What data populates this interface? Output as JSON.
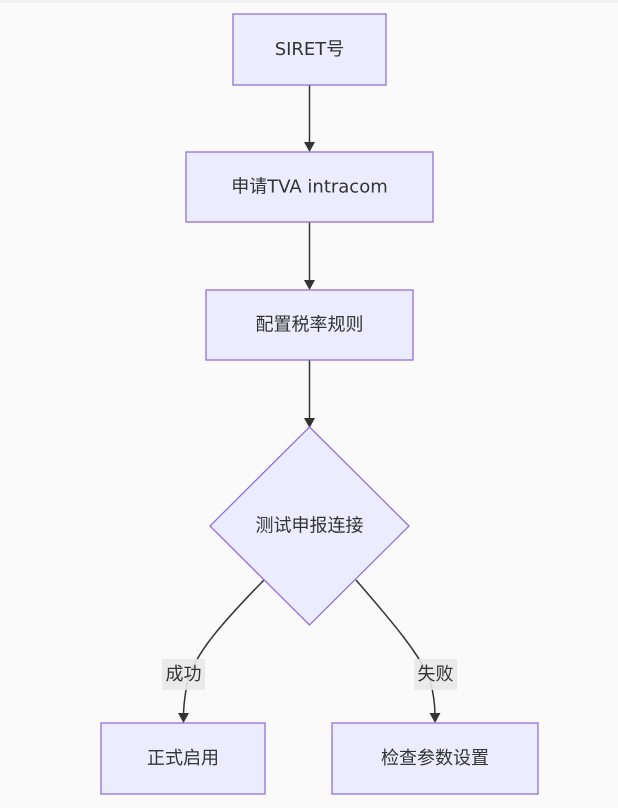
{
  "diagram": {
    "type": "flowchart",
    "direction": "top-down",
    "colors": {
      "background": "#fafafa",
      "node_fill": "#ececff",
      "node_stroke": "#9370db",
      "edge": "#333333",
      "text": "#333333",
      "label_bg": "#e8e8e8"
    },
    "nodes": {
      "siret": {
        "label": "SIRET号",
        "shape": "rect"
      },
      "tva": {
        "label": "申请TVA intracom",
        "shape": "rect"
      },
      "rules": {
        "label": "配置税率规则",
        "shape": "rect"
      },
      "test": {
        "label": "测试申报连接",
        "shape": "diamond"
      },
      "launch": {
        "label": "正式启用",
        "shape": "rect"
      },
      "check": {
        "label": "检查参数设置",
        "shape": "rect"
      }
    },
    "edges": [
      {
        "from": "siret",
        "to": "tva",
        "label": ""
      },
      {
        "from": "tva",
        "to": "rules",
        "label": ""
      },
      {
        "from": "rules",
        "to": "test",
        "label": ""
      },
      {
        "from": "test",
        "to": "launch",
        "label": "成功"
      },
      {
        "from": "test",
        "to": "check",
        "label": "失败"
      }
    ],
    "edge_labels": {
      "success": "成功",
      "failure": "失败"
    }
  }
}
